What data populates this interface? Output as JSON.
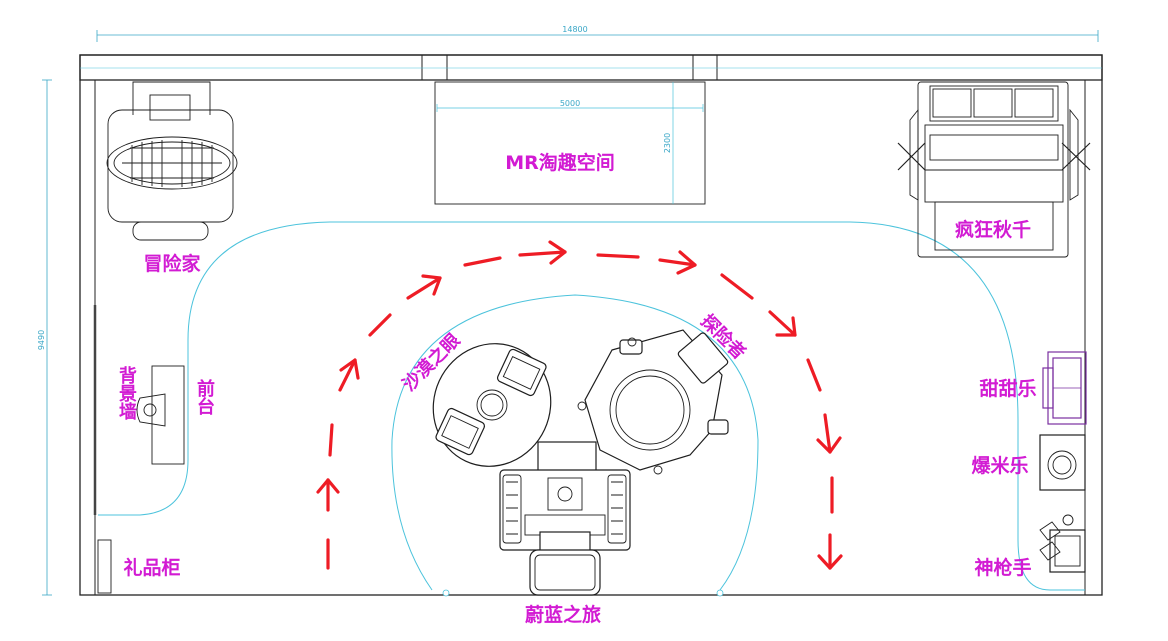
{
  "dimensions": {
    "width": "14800",
    "height": "9490",
    "mr_width": "5000",
    "mr_height": "2300"
  },
  "labels": {
    "mr_space": "MR淘趣空间",
    "crazy_swing": "疯狂秋千",
    "adventurer": "冒险家",
    "desert_eye": "沙漠之眼",
    "explorer": "探险者",
    "back_wall": "背景墙",
    "front_desk": "前台",
    "gift_cabinet": "礼品柜",
    "blue_journey": "蔚蓝之旅",
    "sweet_fun": "甜甜乐",
    "popcorn_fun": "爆米乐",
    "sharpshooter": "神枪手"
  },
  "colors": {
    "label": "#d21bd3",
    "flow_arrow": "#ee1c25",
    "dimension": "#3aa7c7",
    "zone_outline": "#4cc3dc",
    "wall": "#222222"
  }
}
